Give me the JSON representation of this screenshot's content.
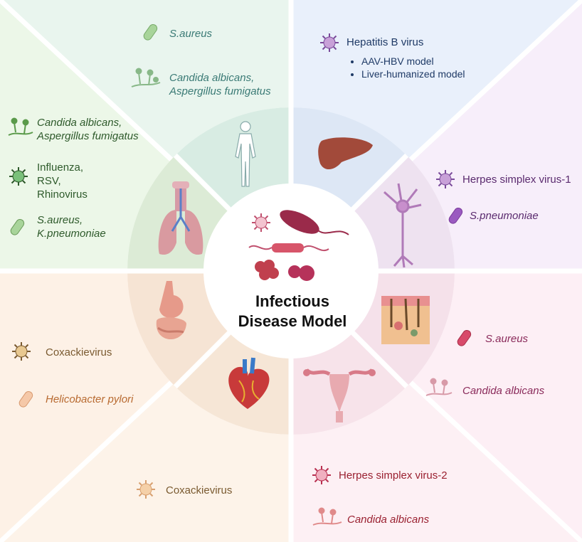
{
  "center": {
    "title_line1": "Infectious",
    "title_line2": "Disease Model"
  },
  "sectors": {
    "whole_body": {
      "pathogen1": "S.aureus",
      "pathogen2_line1": "Candida albicans,",
      "pathogen2_line2": "Aspergillus fumigatus"
    },
    "liver": {
      "virus": "Hepatitis B virus",
      "models": [
        "AAV-HBV model",
        "Liver-humanized model"
      ]
    },
    "lung": {
      "fungi_line1": "Candida albicans,",
      "fungi_line2": "Aspergillus fumigatus",
      "virus_line1": "Influenza,",
      "virus_line2": "RSV,",
      "virus_line3": "Rhinovirus",
      "bacteria_line1": "S.aureus,",
      "bacteria_line2": "K.pneumoniae"
    },
    "neuron": {
      "virus": "Herpes simplex virus-1",
      "bacteria": "S.pneumoniae"
    },
    "gut": {
      "virus": "Coxackievirus",
      "bacteria": "Helicobacter pylori"
    },
    "skin": {
      "bacteria": "S.aureus",
      "fungus": "Candida albicans"
    },
    "heart": {
      "virus": "Coxackievirus"
    },
    "reproductive": {
      "virus": "Herpes simplex virus-2",
      "fungus": "Candida albicans"
    }
  },
  "colors": {
    "green_sector": "#eaf6e6",
    "teal_sector": "#e6f4ee",
    "blue_sector": "#e8f0fa",
    "lilac_sector": "#f6ecf8",
    "peach_sector": "#fdf0e4",
    "pink_sector": "#fceef4"
  }
}
